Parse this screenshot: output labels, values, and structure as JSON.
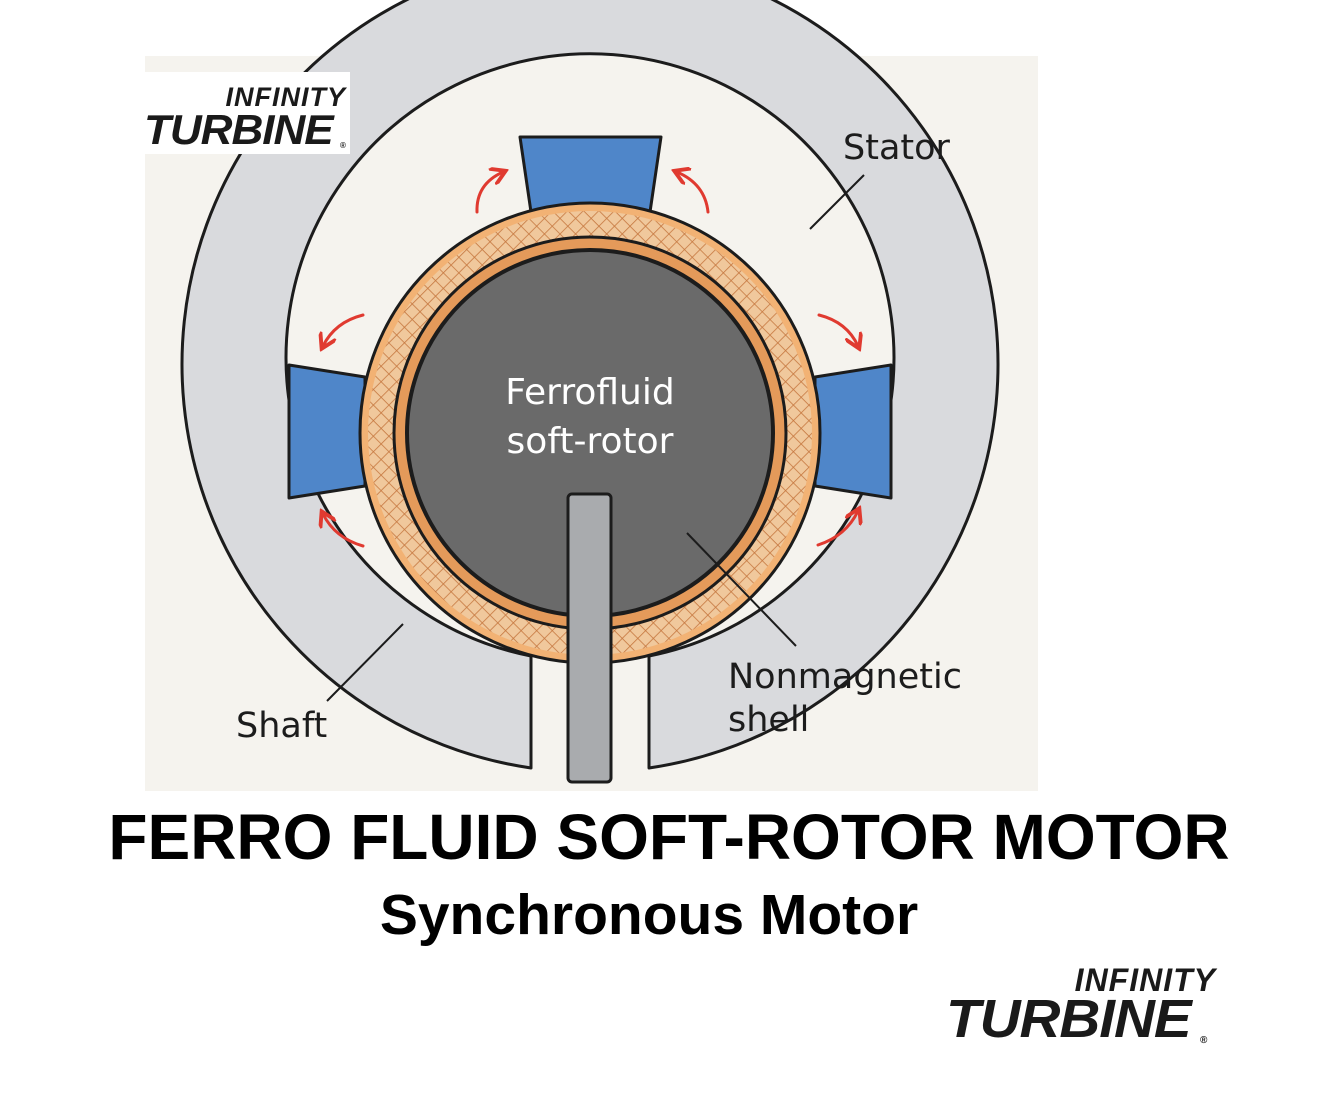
{
  "diagram": {
    "rotor_label_line1": "Ferrofluid",
    "rotor_label_line2": "soft-rotor",
    "stator_label": "Stator",
    "shaft_label": "Shaft",
    "shell_label_line1": "Nonmagnetic",
    "shell_label_line2": "shell"
  },
  "title": {
    "main": "FERRO FLUID SOFT-ROTOR MOTOR",
    "subtitle": "Synchronous Motor"
  },
  "logo": {
    "line1": "INFINITY",
    "line2": "TURBINE",
    "registered": "®"
  },
  "colors": {
    "panel_background": "#f5f3ee",
    "stator": "#d9dadd",
    "pole": "#4f86c9",
    "rotor_core": "#6a6a6a",
    "shell": "#e49a5a",
    "mesh": "#f0c89c",
    "arrow": "#e03a30",
    "shaft": "#a9abae"
  }
}
